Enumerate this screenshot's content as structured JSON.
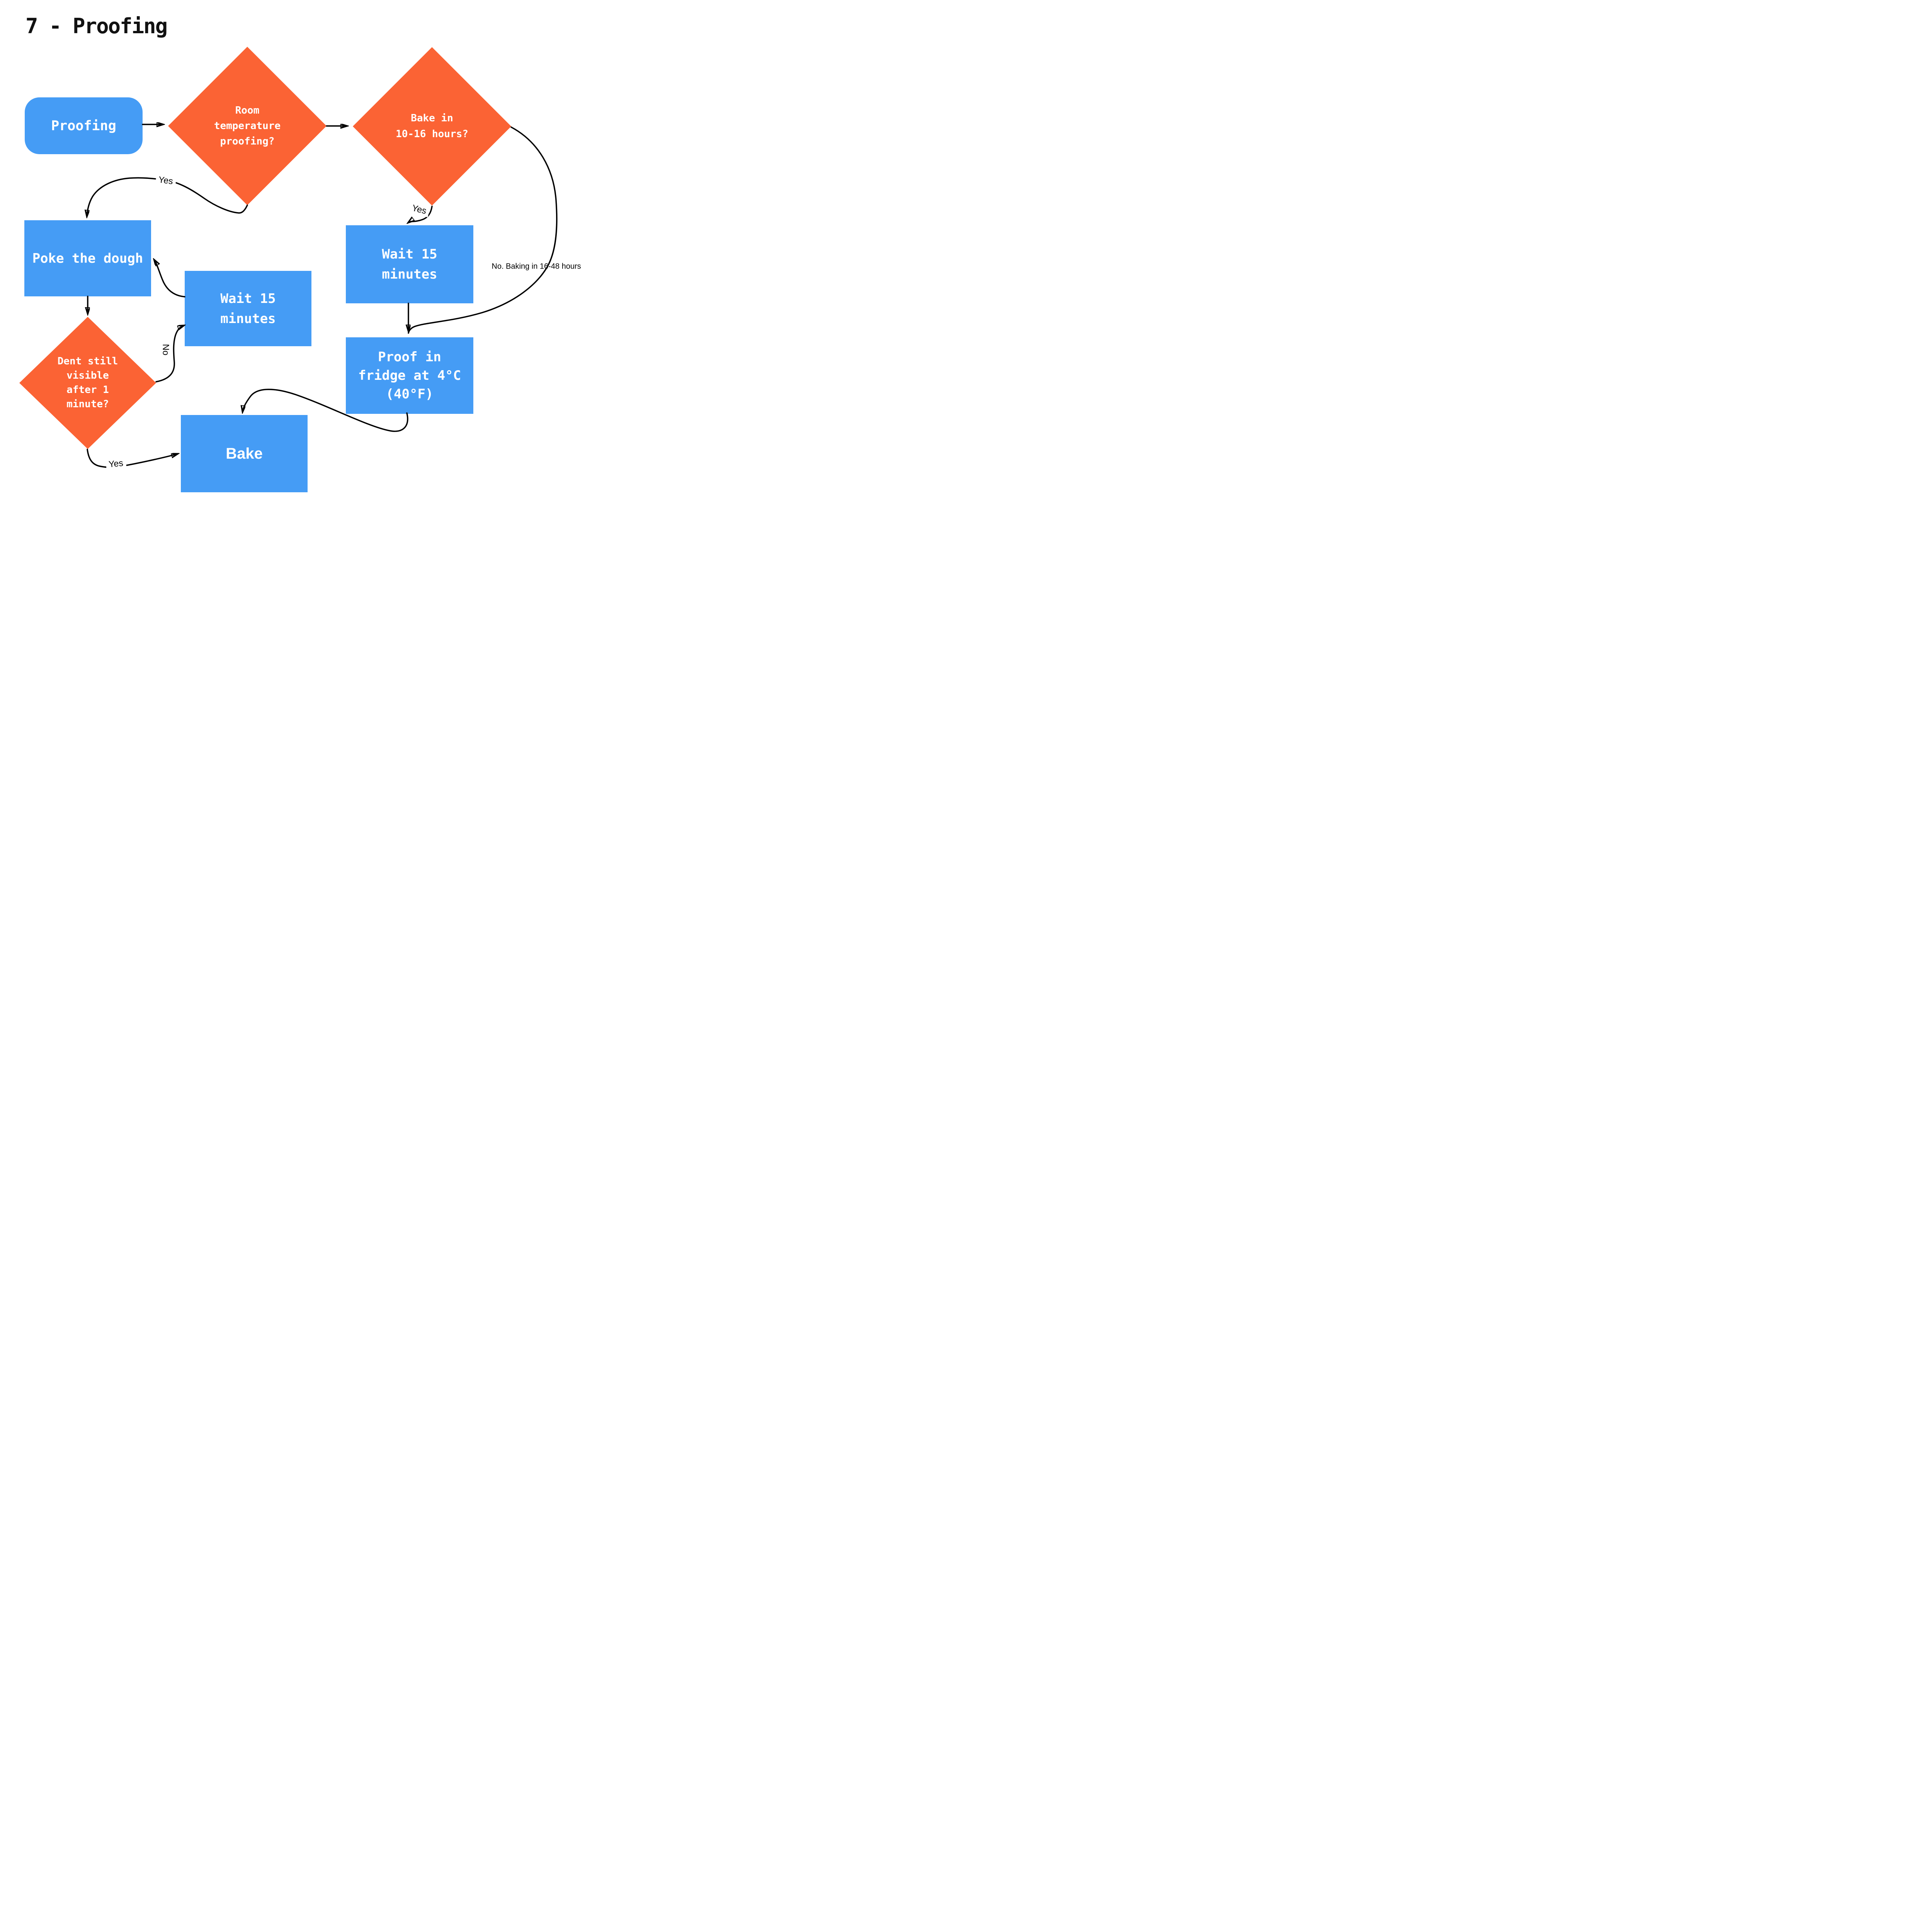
{
  "title": "7 - Proofing",
  "palette": {
    "node_blue": "#459CF5",
    "node_orange": "#FB6334",
    "line_black": "#000000",
    "text_white": "#FFFFFF"
  },
  "nodes": {
    "start": {
      "label": "Proofing"
    },
    "room_temp": {
      "lines": [
        "Room",
        "temperature",
        "proofing?"
      ]
    },
    "bake_time": {
      "lines": [
        "Bake in",
        "10-16 hours?"
      ]
    },
    "poke": {
      "label": "Poke the dough"
    },
    "dent": {
      "lines": [
        "Dent still",
        "visible",
        "after 1",
        "minute?"
      ]
    },
    "wait_mid": {
      "lines": [
        "Wait 15",
        "minutes"
      ]
    },
    "wait_right": {
      "lines": [
        "Wait 15",
        "minutes"
      ]
    },
    "fridge": {
      "lines": [
        "Proof in",
        "fridge at 4°C",
        "(40°F)"
      ]
    },
    "bake": {
      "label": "Bake"
    }
  },
  "edge_labels": {
    "yes_room": "Yes",
    "yes_bake_time": "Yes",
    "yes_dent": "Yes",
    "no_dent": "No",
    "no_bake_time": "No. Baking in 16-48 hours"
  }
}
